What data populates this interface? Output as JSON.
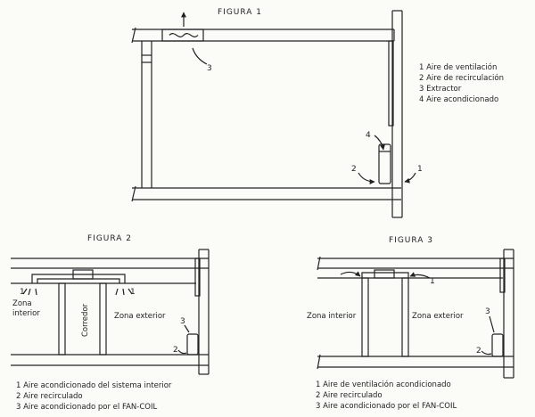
{
  "fig1": {
    "title": "FIGURA 1",
    "legend": [
      "1 Aire de ventilación",
      "2 Aire de recirculación",
      "3 Extractor",
      "4 Aire acondicionado"
    ],
    "callouts": {
      "n1": "1",
      "n2": "2",
      "n3": "3",
      "n4": "4"
    }
  },
  "fig2": {
    "title": "FIGURA 2",
    "zones": {
      "interior": [
        "Zona",
        "interior"
      ],
      "corridor": "Corredor",
      "exterior": "Zona exterior"
    },
    "callouts": {
      "n1": "1",
      "n2": "2",
      "n3": "3"
    },
    "legend": [
      "1  Aire acondicionado del sistema interior",
      "2  Aire recirculado",
      "3  Aire acondicionado por el FAN-COIL"
    ]
  },
  "fig3": {
    "title": "FIGURA 3",
    "zones": {
      "interior": "Zona interior",
      "exterior": "Zona exterior"
    },
    "callouts": {
      "n1": "1",
      "n2": "2",
      "n3": "3"
    },
    "legend": [
      "1  Aire de ventilación acondicionado",
      "2  Aire recirculado",
      "3  Aire acondicionado por el FAN-COIL"
    ]
  }
}
